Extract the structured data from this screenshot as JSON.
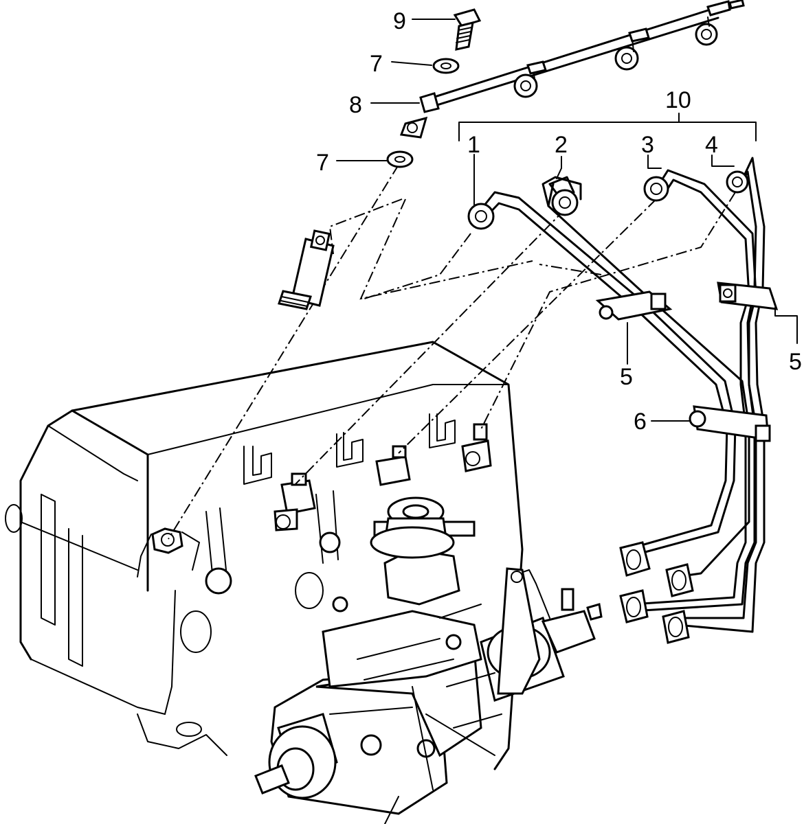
{
  "diagram": {
    "callouts": [
      {
        "id": "c9",
        "text": "9"
      },
      {
        "id": "c7a",
        "text": "7"
      },
      {
        "id": "c8",
        "text": "8"
      },
      {
        "id": "c7b",
        "text": "7"
      },
      {
        "id": "c10",
        "text": "10"
      },
      {
        "id": "c1",
        "text": "1"
      },
      {
        "id": "c2",
        "text": "2"
      },
      {
        "id": "c3",
        "text": "3"
      },
      {
        "id": "c4",
        "text": "4"
      },
      {
        "id": "c5a",
        "text": "5"
      },
      {
        "id": "c5b",
        "text": "5"
      },
      {
        "id": "c6",
        "text": "6"
      }
    ]
  }
}
